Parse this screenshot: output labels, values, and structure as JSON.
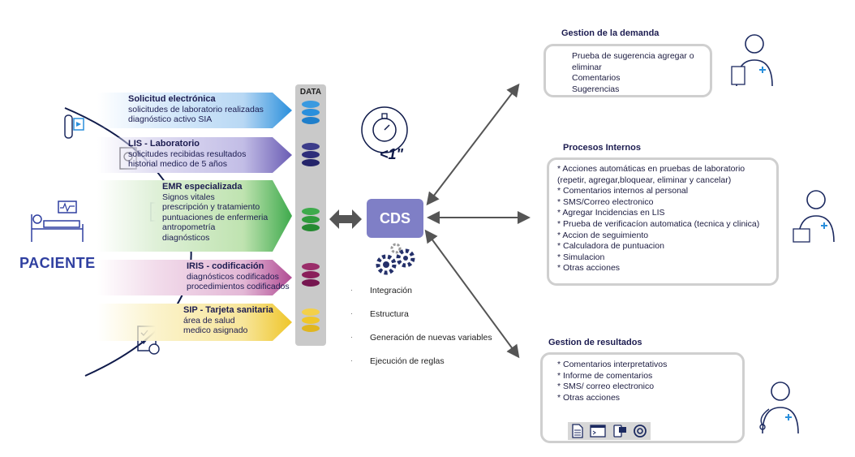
{
  "patient_label": "PACIENTE",
  "data_label": "DATA",
  "timer_label": "<1\"",
  "cds_label": "CDS",
  "sources": [
    {
      "title": "Solicitud electrónica",
      "lines": [
        "solicitudes de laboratorio realizadas",
        "diagnóstico activo SIA"
      ],
      "color": "#2a8fdc"
    },
    {
      "title": "LIS - Laboratorio",
      "lines": [
        "solicitudes recibidas resultados",
        "historial medico de 5 años"
      ],
      "color": "#4a3f9a"
    },
    {
      "title": "EMR especializada",
      "lines": [
        "Signos vitales",
        "prescripción y tratamiento",
        "puntuaciones de enfermeria",
        "antropometría",
        "diagnósticos"
      ],
      "color": "#2f9a3c"
    },
    {
      "title": "IRIS - codificación",
      "lines": [
        "diagnósticos codificados",
        "procedimientos codificados"
      ],
      "color": "#8a1f5a"
    },
    {
      "title": "SIP - Tarjeta sanitaria",
      "lines": [
        "área de salud",
        "medico asignado"
      ],
      "color": "#efc62a"
    }
  ],
  "cds_functions": [
    "Integración",
    "Estructura",
    "Generación de nuevas variables",
    "Ejecución de reglas"
  ],
  "outputs": [
    {
      "title": "Gestion de la demanda",
      "lines": [
        "Prueba de sugerencia agregar o",
        "eliminar",
        "Comentarios",
        "Sugerencias"
      ]
    },
    {
      "title": "Procesos Internos",
      "lines": [
        "* Acciones automáticas en pruebas de laboratorio",
        "(repetir, agregar,bloquear, eliminar y cancelar)",
        "* Comentarios internos al personal",
        "* SMS/Correo electronico",
        "* Agregar Incidencias en LIS",
        "* Prueba de verificacíon automatica (tecnica y clinica)",
        "* Accion de seguimiento",
        "* Calculadora de puntuacion",
        "* Simulacion",
        "* Otras acciones"
      ]
    },
    {
      "title": "Gestion de resultados",
      "lines": [
        "* Comentarios interpretativos",
        "* Informe de comentarios",
        "* SMS/ correo electronico",
        "* Otras acciones"
      ]
    }
  ],
  "colors": {
    "accent": "#7f7fc6",
    "patient": "#2f3fa0",
    "arrow": "#555555"
  },
  "icons": [
    "test-tube-icon",
    "lab-icon",
    "monitor-icon",
    "lightbulb-icon",
    "checklist-icon",
    "patient-bed-icon",
    "stopwatch-icon",
    "gears-icon",
    "doctor-icon",
    "document-icon",
    "terminal-icon",
    "phone-icon",
    "at-icon"
  ]
}
